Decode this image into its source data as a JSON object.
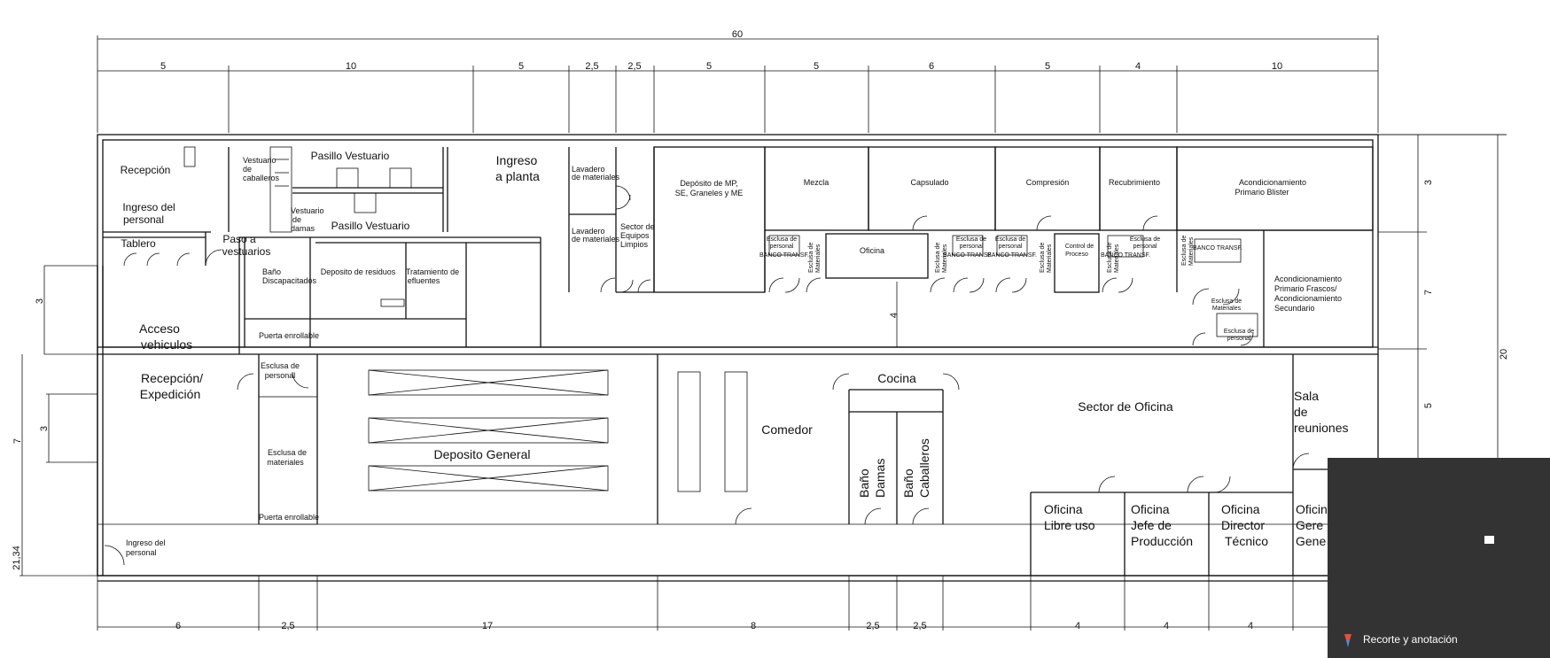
{
  "top_dimensions": {
    "total": "60",
    "segments": [
      "5",
      "10",
      "5",
      "2,5",
      "2,5",
      "5",
      "5",
      "6",
      "5",
      "4",
      "10"
    ]
  },
  "bottom_dimensions": [
    "6",
    "2,5",
    "17",
    "8",
    "2,5",
    "2,5",
    "4",
    "4",
    "4"
  ],
  "right_dimensions": {
    "total": "20",
    "segments": [
      "3",
      "7",
      "5"
    ]
  },
  "left_dimensions": [
    "3",
    "7",
    "3",
    "21,34"
  ],
  "corridor_dimension": "4",
  "rooms": {
    "recepcion": "Recepción",
    "ingreso_personal_top": [
      "Ingreso del",
      "personal"
    ],
    "tablero": "Tablero",
    "paso_vestuarios": [
      "Paso a",
      "vestuarios"
    ],
    "vestuario_caballeros": [
      "Vestuario",
      "de",
      "caballeros"
    ],
    "pasillo_vestuario_top": "Pasillo Vestuario",
    "vestuario_damas": [
      "Vestuario",
      "de",
      "damas"
    ],
    "pasillo_vestuario_bottom": "Pasillo Vestuario",
    "ingreso_planta": [
      "Ingreso",
      "a planta"
    ],
    "lavadero_1": [
      "Lavadero",
      "de materiales"
    ],
    "lavadero_2": [
      "Lavadero",
      "de materiales"
    ],
    "sector_equipos": [
      "Sector de",
      "Equipos",
      "Limpios"
    ],
    "deposito_mp": [
      "Depósito de MP,",
      "SE, Graneles y ME"
    ],
    "mezcla": "Mezcla",
    "capsulado": "Capsulado",
    "compresion": "Compresión",
    "recubrimiento": "Recubrimiento",
    "acond_blister": [
      "Acondicionamiento",
      "Primario Blister"
    ],
    "acond_frascos": [
      "Acondicionamiento",
      "Primario Frascos/",
      "Acondicionamiento",
      "Secundario"
    ],
    "oficina_planta": "Oficina",
    "control_proceso": [
      "Control de",
      "Proceso"
    ],
    "esclusa_personal": [
      "Esclusa de",
      "personal"
    ],
    "esclusa_materiales": [
      "Esclusa de",
      "Materiales"
    ],
    "banco_transf": "BANCO TRANSF.",
    "bano_discapacitados": [
      "Baño",
      "Discapacitados"
    ],
    "deposito_residuos": "Deposito de residuos",
    "tratamiento_efluentes": [
      "Tratamiento de",
      "efluentes"
    ],
    "puerta_enrollable_1": "Puerta enrollable",
    "acceso_vehiculos": [
      "Acceso",
      "vehiculos"
    ],
    "recepcion_expedicion": [
      "Recepción/",
      "Expedición"
    ],
    "esclusa_personal_low": [
      "Esclusa de",
      "personal"
    ],
    "esclusa_materiales_low": [
      "Esclusa de",
      "materiales"
    ],
    "puerta_enrollable_2": "Puerta enrollable",
    "deposito_general": "Deposito General",
    "comedor": "Comedor",
    "cocina": "Cocina",
    "bano_damas": [
      "Baño",
      "Damas"
    ],
    "bano_caballeros": [
      "Baño",
      "Caballeros"
    ],
    "sector_oficina": "Sector de Oficina",
    "sala_reuniones": [
      "Sala",
      "de",
      "reuniones"
    ],
    "oficina_libre": [
      "Oficina",
      "Libre uso"
    ],
    "oficina_jefe": [
      "Oficina",
      "Jefe de",
      "Producción"
    ],
    "oficina_director": [
      "Oficina",
      "Director",
      "Técnico"
    ],
    "oficina_gerente": [
      "Oficina",
      "Gere",
      "Gene"
    ],
    "ingreso_personal_bottom": [
      "Ingreso del",
      "personal"
    ]
  },
  "notification": {
    "label": "Recorte y anotación",
    "background": "#333333"
  }
}
